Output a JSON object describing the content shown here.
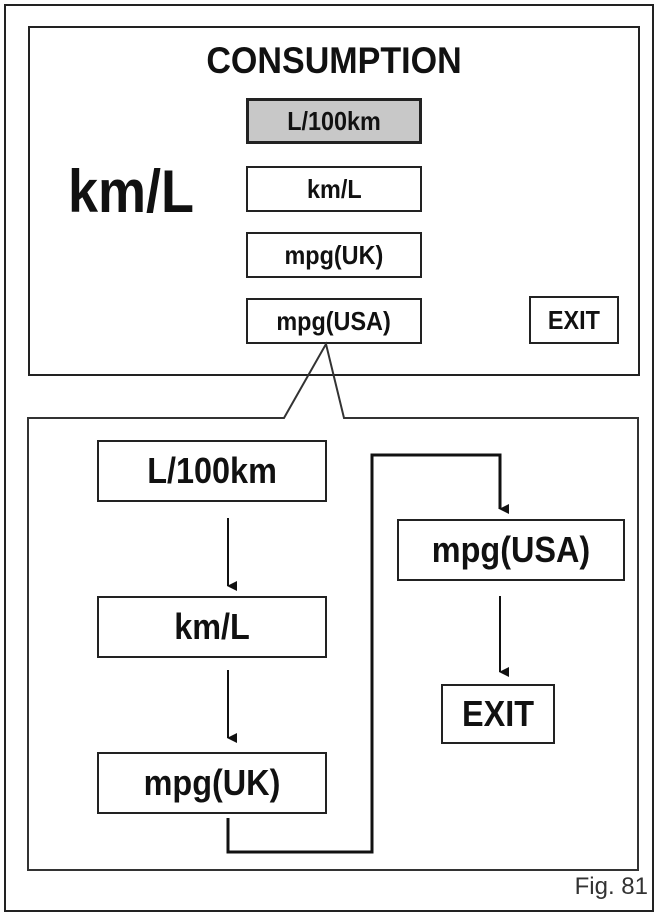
{
  "screen": {
    "title": "CONSUMPTION",
    "current_value": "km/L",
    "menu": [
      {
        "label": "L/100km",
        "selected": true
      },
      {
        "label": "km/L",
        "selected": false
      },
      {
        "label": "mpg(UK)",
        "selected": false
      },
      {
        "label": "mpg(USA)",
        "selected": false
      }
    ],
    "exit_label": "EXIT"
  },
  "flow": {
    "steps": [
      "L/100km",
      "km/L",
      "mpg(UK)",
      "mpg(USA)",
      "EXIT"
    ]
  },
  "figure_label": "Fig. 81"
}
